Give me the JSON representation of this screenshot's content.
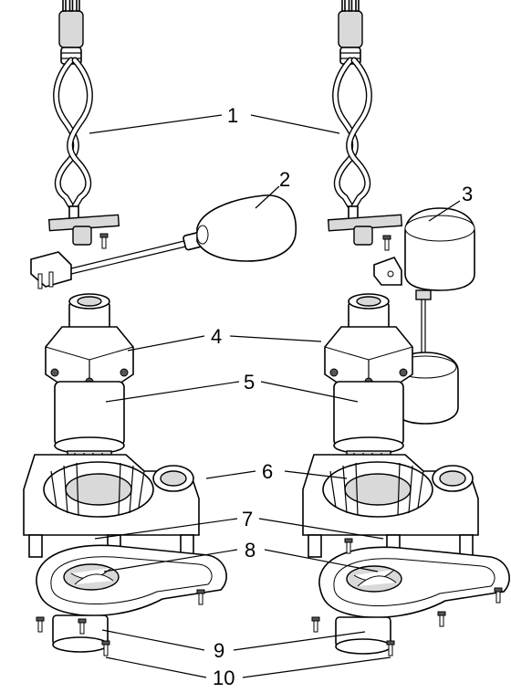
{
  "callouts": {
    "power_cord": "1",
    "tethered_float_switch": "2",
    "vertical_float_switch": "3",
    "motor_housing": "4",
    "motor": "5",
    "pump_base": "6",
    "volute_seal": "7",
    "impeller": "8",
    "volute_base": "9",
    "screws": "10"
  }
}
